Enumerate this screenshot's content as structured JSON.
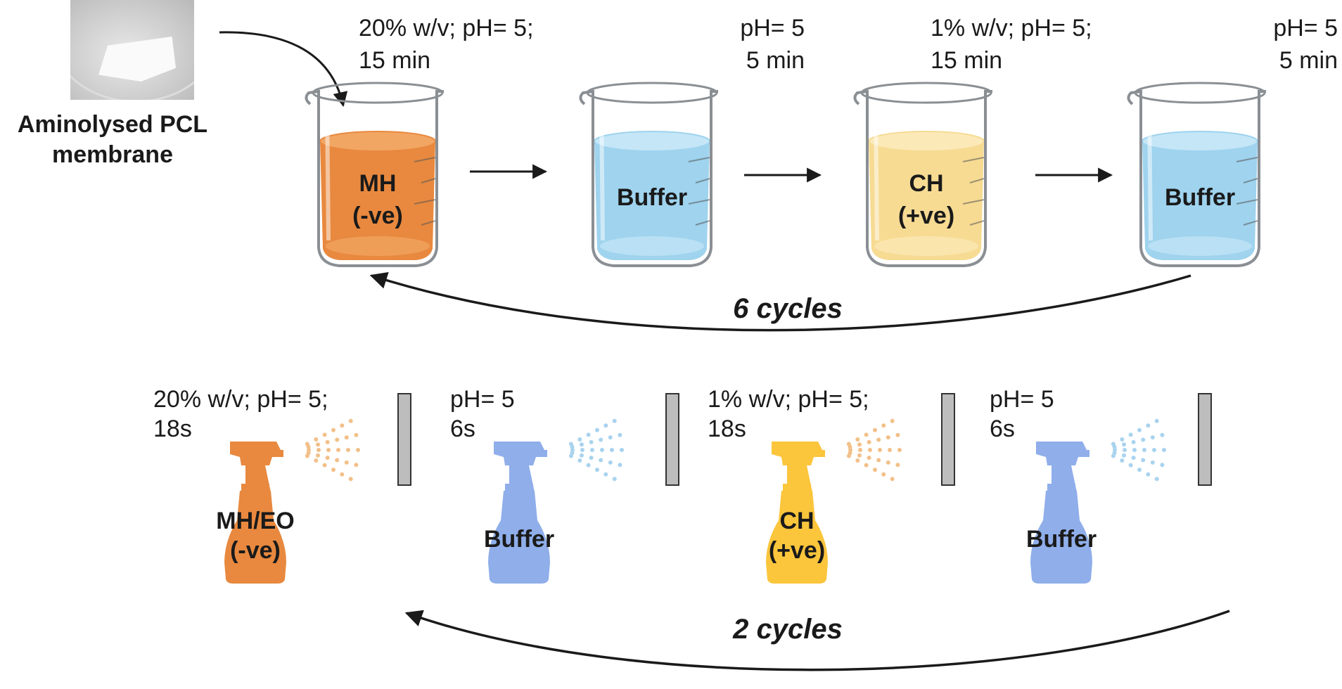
{
  "membrane": {
    "label_line1": "Aminolysed PCL",
    "label_line2": "membrane"
  },
  "top_row": {
    "beakers": [
      {
        "line1": "MH",
        "line2": "(-ve)",
        "cond1": "20% w/v;  pH= 5;",
        "cond2": "15 min",
        "liquid": "#E8893F",
        "liquid_light": "#F2A664"
      },
      {
        "line1": "Buffer",
        "line2": "",
        "cond1": "pH= 5",
        "cond2": "5 min",
        "liquid": "#9FD3EE",
        "liquid_light": "#C4E6F7"
      },
      {
        "line1": "CH",
        "line2": "(+ve)",
        "cond1": "1% w/v;  pH= 5;",
        "cond2": "15 min",
        "liquid": "#F7DB93",
        "liquid_light": "#FBE9B8"
      },
      {
        "line1": "Buffer",
        "line2": "",
        "cond1": "pH= 5",
        "cond2": "5 min",
        "liquid": "#9FD3EE",
        "liquid_light": "#C4E6F7"
      }
    ],
    "cycles_label": "6 cycles"
  },
  "bottom_row": {
    "sprays": [
      {
        "line1": "MH/EO",
        "line2": "(-ve)",
        "cond1": "20% w/v;  pH= 5;",
        "cond2": "18s",
        "color": "#E8893F",
        "mist": "#F2C089"
      },
      {
        "line1": "Buffer",
        "line2": "",
        "cond1": "pH= 5",
        "cond2": "6s",
        "color": "#8FAEEA",
        "mist": "#A9D3EE"
      },
      {
        "line1": "CH",
        "line2": "(+ve)",
        "cond1": "1% w/v;  pH= 5;",
        "cond2": "18s",
        "color": "#FBC53C",
        "mist": "#F2C089"
      },
      {
        "line1": "Buffer",
        "line2": "",
        "cond1": "pH= 5",
        "cond2": "6s",
        "color": "#8FAEEA",
        "mist": "#A9D3EE"
      }
    ],
    "cycles_label": "2 cycles"
  },
  "colors": {
    "arrow": "#1a1a1a",
    "glass": "#8a8f94",
    "bar_fill": "#bdbdbd"
  }
}
